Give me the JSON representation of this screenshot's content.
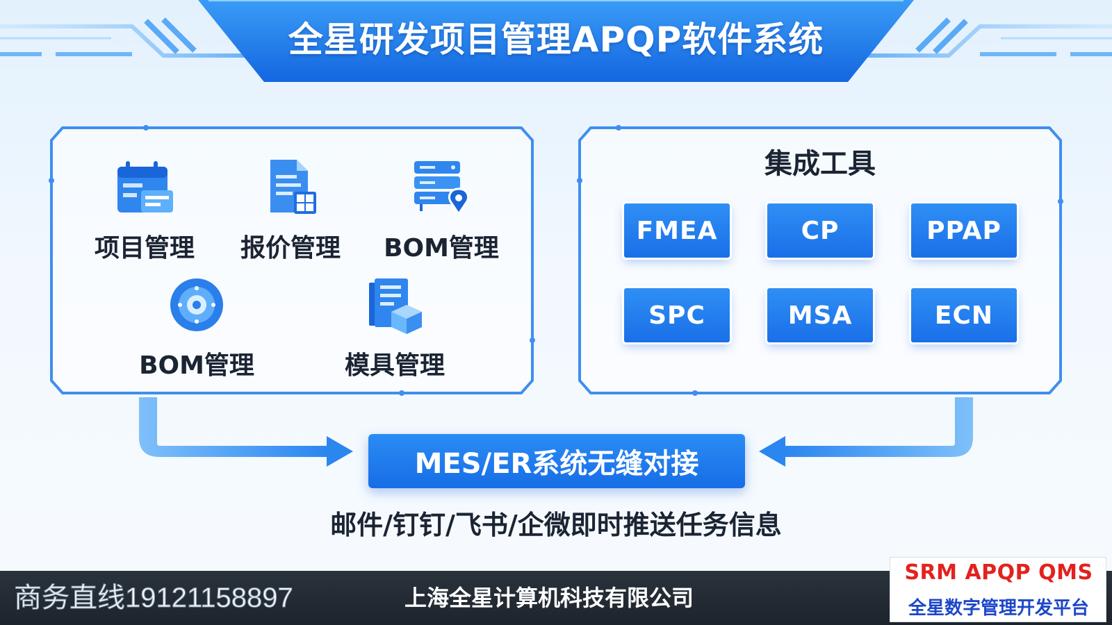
{
  "header": {
    "title": "全星研发项目管理APQP软件系统"
  },
  "modules_panel": {
    "items": [
      {
        "label": "项目管理",
        "icon": "calendar-icon"
      },
      {
        "label": "报价管理",
        "icon": "document-grid-icon"
      },
      {
        "label": "BOM管理",
        "icon": "server-location-icon"
      },
      {
        "label": "BOM管理",
        "icon": "disc-icon"
      },
      {
        "label": "模具管理",
        "icon": "files-box-icon"
      }
    ]
  },
  "tools_panel": {
    "title": "集成工具",
    "tools": [
      "FMEA",
      "CP",
      "PPAP",
      "SPC",
      "MSA",
      "ECN"
    ]
  },
  "integration": {
    "label": "MES/ER系统无缝对接",
    "push_text": "邮件/钉钉/飞书/企微即时推送任务信息"
  },
  "footer": {
    "hotline": "商务直线19121158897",
    "company": "上海全星计算机科技有限公司",
    "badge_top": "SRM  APQP  QMS",
    "badge_bottom": "全星数字管理开发平台"
  },
  "colors": {
    "primary_blue": "#1a6fe8",
    "light_blue": "#5aaaf5",
    "footer_dark": "#1d242c",
    "badge_red": "#e2221e",
    "badge_blue": "#1d47c8"
  }
}
